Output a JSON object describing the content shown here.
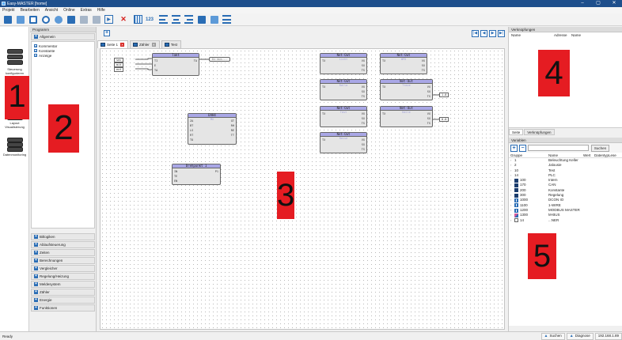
{
  "window": {
    "title": "Easy-MASTER [home]",
    "controls": [
      "–",
      "▢",
      "✕"
    ]
  },
  "menu": [
    "Projekt",
    "Bearbeiten",
    "Ansicht",
    "Online",
    "Extras",
    "Hilfe"
  ],
  "toolbar": {
    "counter_label": "123"
  },
  "left_nav": [
    {
      "label": "Steuerung konfigurieren"
    },
    {
      "label": "Layout Visualisierung"
    },
    {
      "label": "Datenmonitoring"
    }
  ],
  "programs": {
    "header": "Programm",
    "top_section": "Allgemein",
    "tree": [
      "Kommentar",
      "Konstante",
      "Anzeige"
    ],
    "sections": [
      "Bitlogiken",
      "Ablaufsteuerung",
      "Zeiten",
      "Berechnungen",
      "Vergleicher",
      "Regelung/Heizung",
      "Meldesystem",
      "Zähler",
      "Energie",
      "Funktionen"
    ]
  },
  "workspace": {
    "tabs": [
      {
        "label": "Seite 1",
        "active": true
      },
      {
        "label": "Zähler",
        "active": false
      },
      {
        "label": "Test",
        "active": false
      }
    ],
    "nav_buttons": [
      "|◀",
      "◀",
      "▶",
      "▶|"
    ]
  },
  "blocks": {
    "main": {
      "title": "Takt",
      "pins_left": [
        "TI",
        "E",
        "TA"
      ],
      "pins_right": [
        "TA"
      ]
    },
    "left_labels": [
      "sec",
      "mit",
      "ext"
    ],
    "out_label": "Di bus...",
    "netout_title": "Net-Out",
    "netout_subs": [
      "Licht",
      "Rollo",
      "Test",
      "Reise",
      "WFD",
      "Trace",
      "Halle"
    ],
    "netout_pins_left": [
      "TX",
      "DL",
      "SX"
    ],
    "netout_pins_right": [
      "VX",
      "SX",
      "TS"
    ],
    "mid_title": "DAH4",
    "mid_sub": "MX",
    "mid_pins_left": [
      "ZA",
      "BT",
      "LS",
      "RT",
      "TO"
    ],
    "mid_pins_right": [
      "GT",
      "RH",
      "RE",
      "TT"
    ],
    "small_title": "Drehpunkt 1",
    "small_pins": [
      "IN",
      "TE",
      "EN"
    ],
    "small_out": "P1",
    "right_values": [
      "1.0",
      "0.0"
    ]
  },
  "links": {
    "header": "Verknüpfungen",
    "columns": [
      "Name",
      "Adresse",
      "Name"
    ]
  },
  "bottom_tabs": [
    "Seite",
    "Verknüpfungen"
  ],
  "variables": {
    "header": "Variablen",
    "search_button": "Suchen",
    "columns": [
      "Gruppe",
      "Name",
      "Wert",
      "Datentyp",
      "Lese"
    ],
    "rows": [
      {
        "group": "1",
        "name": "Beleuchtung Keller",
        "icon": "none"
      },
      {
        "group": "2",
        "name": "Jalousie",
        "icon": "none"
      },
      {
        "group": "10",
        "name": "Test",
        "icon": "none"
      },
      {
        "group": "14",
        "name": "PLC",
        "icon": "none"
      },
      {
        "group": "100",
        "name": "Intern",
        "icon": "dark"
      },
      {
        "group": "170",
        "name": "CAN",
        "icon": "dark"
      },
      {
        "group": "200",
        "name": "Konstante",
        "icon": "dark"
      },
      {
        "group": "300",
        "name": "Regelung",
        "icon": "dark"
      },
      {
        "group": "1000",
        "name": "DCON IO",
        "icon": "grid"
      },
      {
        "group": "1100",
        "name": "1-WIRE",
        "icon": "grid"
      },
      {
        "group": "1200",
        "name": "MODBUS MASTER",
        "icon": "grid"
      },
      {
        "group": "1300",
        "name": "M-BUS",
        "icon": "colored"
      },
      {
        "group": "14",
        "name": "...NER",
        "icon": "plain"
      }
    ]
  },
  "status": {
    "left": "Ready",
    "search": "Suchen",
    "diagnose": "Diagnose",
    "ip": "192.168.1.89"
  },
  "annotations": [
    "1",
    "2",
    "3",
    "4",
    "5"
  ]
}
